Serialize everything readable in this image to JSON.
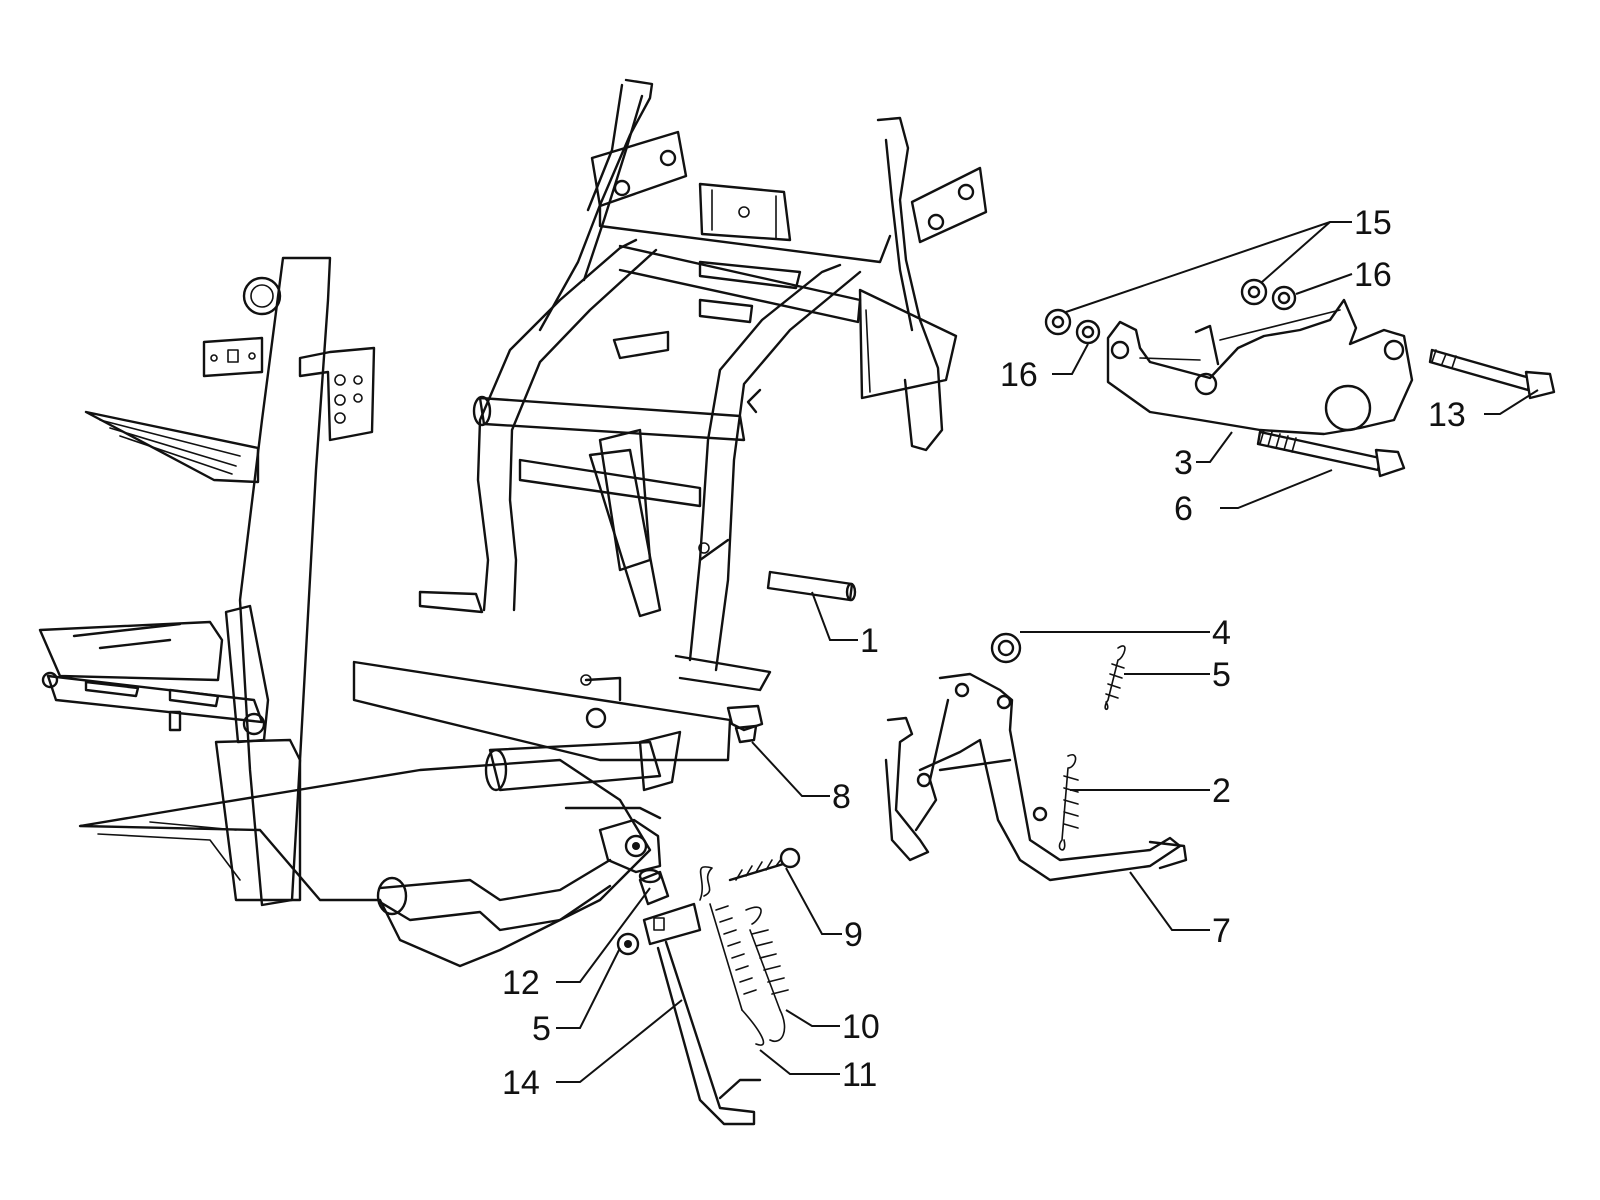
{
  "callouts": [
    {
      "id": "c1",
      "label": "1"
    },
    {
      "id": "c2",
      "label": "2"
    },
    {
      "id": "c3",
      "label": "3"
    },
    {
      "id": "c4",
      "label": "4"
    },
    {
      "id": "c5a",
      "label": "5"
    },
    {
      "id": "c5b",
      "label": "5"
    },
    {
      "id": "c6",
      "label": "6"
    },
    {
      "id": "c7",
      "label": "7"
    },
    {
      "id": "c8",
      "label": "8"
    },
    {
      "id": "c9",
      "label": "9"
    },
    {
      "id": "c10",
      "label": "10"
    },
    {
      "id": "c11",
      "label": "11"
    },
    {
      "id": "c12",
      "label": "12"
    },
    {
      "id": "c13",
      "label": "13"
    },
    {
      "id": "c14",
      "label": "14"
    },
    {
      "id": "c15",
      "label": "15"
    },
    {
      "id": "c16a",
      "label": "16"
    },
    {
      "id": "c16b",
      "label": "16"
    }
  ]
}
